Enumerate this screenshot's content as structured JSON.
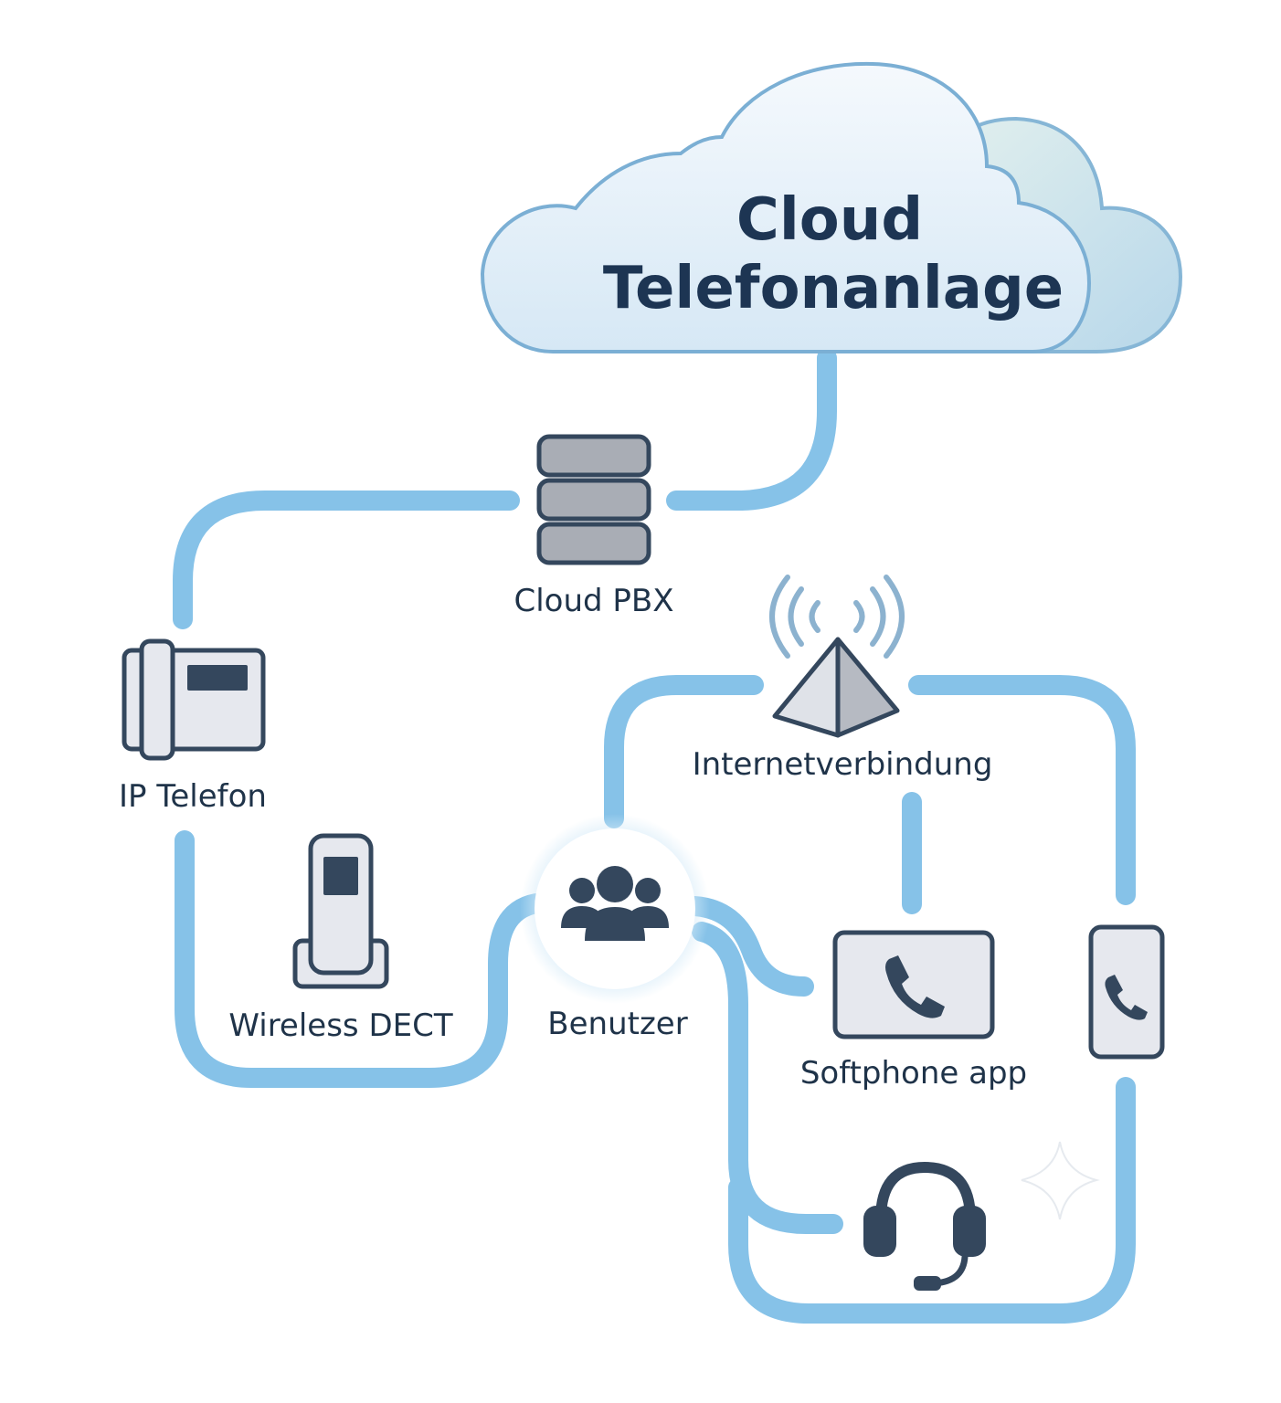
{
  "cloud": {
    "title_line1": "Cloud",
    "title_line2": "Telefonanlage"
  },
  "nodes": {
    "pbx": "Cloud PBX",
    "internet": "Internetverbindung",
    "ip_phone": "IP Telefon",
    "dect": "Wireless DECT",
    "users": "Benutzer",
    "softphone": "Softphone app"
  },
  "colors": {
    "connector": "#86c2e8",
    "device_fill": "#e6e8ee",
    "device_stroke": "#34475d",
    "cloud_fill": "#e3eef8",
    "cloud_stroke": "#7bafd4",
    "text": "#1f3349"
  },
  "icons": [
    "cloud-icon",
    "server-stack-icon",
    "antenna-icon",
    "desk-phone-icon",
    "dect-handset-icon",
    "users-group-icon",
    "laptop-phone-icon",
    "mobile-phone-icon",
    "headset-icon"
  ]
}
